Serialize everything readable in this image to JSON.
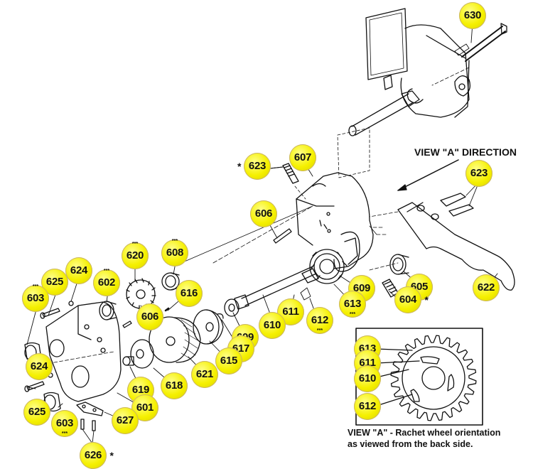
{
  "diagram": {
    "type": "exploded-parts-diagram",
    "view_direction_label": "VIEW \"A\" DIRECTION",
    "inset": {
      "caption_line1": "VIEW \"A\" - Rachet wheel orientation",
      "caption_line2": "as viewed from the back side.",
      "callouts": [
        {
          "part": "613",
          "marker": ""
        },
        {
          "part": "611",
          "marker": ""
        },
        {
          "part": "610",
          "marker": ""
        },
        {
          "part": "612",
          "marker": ""
        }
      ]
    },
    "callouts": [
      {
        "part": "630",
        "prefix": "",
        "suffix": "",
        "stars": "",
        "stars_pos": ""
      },
      {
        "part": "623",
        "prefix": "*",
        "suffix": "",
        "stars": "",
        "stars_pos": ""
      },
      {
        "part": "607",
        "prefix": "",
        "suffix": "",
        "stars": "",
        "stars_pos": ""
      },
      {
        "part": "623",
        "prefix": "",
        "suffix": "",
        "stars": "",
        "stars_pos": ""
      },
      {
        "part": "606",
        "prefix": "",
        "suffix": "",
        "stars": "",
        "stars_pos": ""
      },
      {
        "part": "620",
        "prefix": "",
        "suffix": "",
        "stars": "***",
        "stars_pos": "top"
      },
      {
        "part": "608",
        "prefix": "",
        "suffix": "",
        "stars": "***",
        "stars_pos": "top"
      },
      {
        "part": "625",
        "prefix": "",
        "suffix": "",
        "stars": "",
        "stars_pos": ""
      },
      {
        "part": "624",
        "prefix": "",
        "suffix": "",
        "stars": "",
        "stars_pos": ""
      },
      {
        "part": "603",
        "prefix": "",
        "suffix": "",
        "stars": "***",
        "stars_pos": "top"
      },
      {
        "part": "602",
        "prefix": "",
        "suffix": "",
        "stars": "***",
        "stars_pos": "top"
      },
      {
        "part": "616",
        "prefix": "",
        "suffix": "",
        "stars": "",
        "stars_pos": ""
      },
      {
        "part": "606",
        "prefix": "",
        "suffix": "",
        "stars": "",
        "stars_pos": ""
      },
      {
        "part": "609",
        "prefix": "",
        "suffix": "",
        "stars": "",
        "stars_pos": ""
      },
      {
        "part": "605",
        "prefix": "",
        "suffix": "",
        "stars": "",
        "stars_pos": ""
      },
      {
        "part": "622",
        "prefix": "",
        "suffix": "",
        "stars": "",
        "stars_pos": ""
      },
      {
        "part": "613",
        "prefix": "",
        "suffix": "",
        "stars": "***",
        "stars_pos": "bottom"
      },
      {
        "part": "604",
        "prefix": "",
        "suffix": "*",
        "stars": "",
        "stars_pos": ""
      },
      {
        "part": "611",
        "prefix": "",
        "suffix": "",
        "stars": "",
        "stars_pos": ""
      },
      {
        "part": "612",
        "prefix": "",
        "suffix": "",
        "stars": "***",
        "stars_pos": "bottom"
      },
      {
        "part": "610",
        "prefix": "",
        "suffix": "",
        "stars": "",
        "stars_pos": ""
      },
      {
        "part": "609",
        "prefix": "",
        "suffix": "",
        "stars": "",
        "stars_pos": ""
      },
      {
        "part": "617",
        "prefix": "",
        "suffix": "",
        "stars": "",
        "stars_pos": ""
      },
      {
        "part": "615",
        "prefix": "",
        "suffix": "",
        "stars": "",
        "stars_pos": ""
      },
      {
        "part": "621",
        "prefix": "",
        "suffix": "",
        "stars": "",
        "stars_pos": ""
      },
      {
        "part": "618",
        "prefix": "",
        "suffix": "",
        "stars": "",
        "stars_pos": ""
      },
      {
        "part": "619",
        "prefix": "",
        "suffix": "",
        "stars": "",
        "stars_pos": ""
      },
      {
        "part": "624",
        "prefix": "",
        "suffix": "",
        "stars": "",
        "stars_pos": ""
      },
      {
        "part": "625",
        "prefix": "",
        "suffix": "",
        "stars": "",
        "stars_pos": ""
      },
      {
        "part": "603",
        "prefix": "",
        "suffix": "",
        "stars": "***",
        "stars_pos": "bottom"
      },
      {
        "part": "601",
        "prefix": "",
        "suffix": "",
        "stars": "",
        "stars_pos": ""
      },
      {
        "part": "627",
        "prefix": "",
        "suffix": "",
        "stars": "",
        "stars_pos": ""
      },
      {
        "part": "626",
        "prefix": "",
        "suffix": "*",
        "stars": "",
        "stars_pos": ""
      }
    ],
    "colors": {
      "bubble_fill": "#f5f000",
      "bubble_border": "#c9b36a",
      "line_art": "#111111",
      "background": "#ffffff"
    }
  }
}
